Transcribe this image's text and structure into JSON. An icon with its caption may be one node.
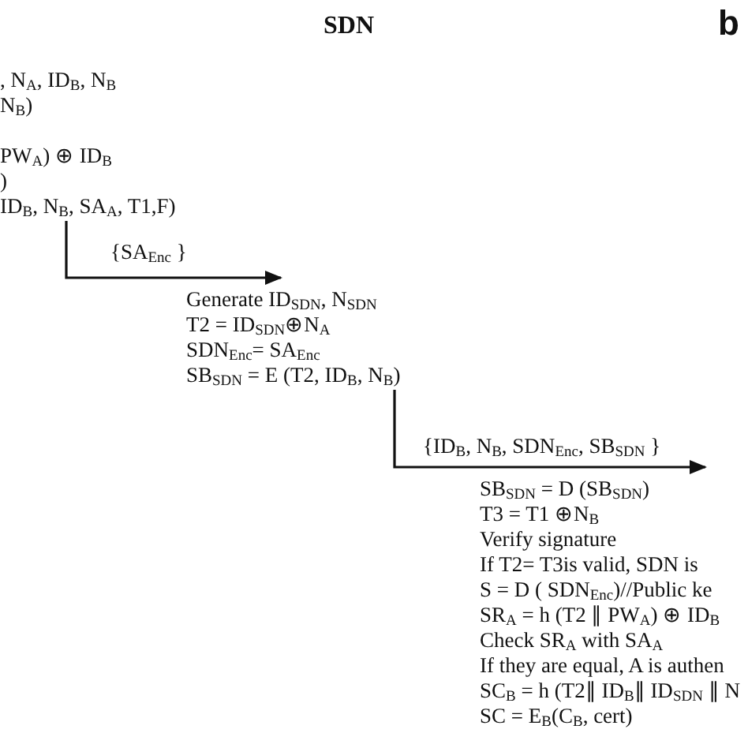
{
  "diagram": {
    "title": "SDN",
    "nodes": [
      {
        "text": [
          ", N$_{A}$, ID$_{B}$, N$_{B}$",
          " N$_{B}$)",
          "PW$_{A}$) ⊕ ID$_{B}$",
          ")",
          "ID$_{B}$, N$_{B}$, SA$_{A}$, T1,F)"
        ]
      },
      {
        "text": [
          "Generate ID$_{SDN}$, N$_{SDN}$",
          "T2 = ID$_{SDN}$⊕N$_{A}$",
          "SDN$_{Enc}$= SA$_{Enc}$",
          "SB$_{SDN}$ = E (T2, ID$_{B}$, N$_{B}$)"
        ]
      },
      {
        "text": [
          "SB$_{SDN}$ = D (SB$_{SDN}$)",
          "T3 = T1 ⊕N$_{B}$",
          "Verify signature",
          "If T2= T3is valid, SDN is",
          "S = D ( SDN$_{Enc}$)//Public ke",
          "SR$_{A}$ = h (T2 ∥ PW$_{A}$) ⊕ ID$_{B}$",
          "Check SR$_{A}$ with SA$_{A}$",
          "If they are equal, A is authen",
          "SC$_{B}$ = h (T2∥ ID$_{B}$∥ ID$_{SDN}$ ∥ N",
          "SC = E$_{B}$(C$_{B}$, cert)"
        ]
      }
    ],
    "edges": [
      {
        "from": 0,
        "to": 1,
        "arrow": "to",
        "label": "{SA$_{Enc}$ }"
      },
      {
        "from": 1,
        "to": 2,
        "arrow": "to",
        "label": "{ID$_{B}$, N$_{B}$,  SDN$_{Enc}$,  SB$_{SDN}$ }"
      }
    ],
    "labels": [
      "b"
    ]
  }
}
